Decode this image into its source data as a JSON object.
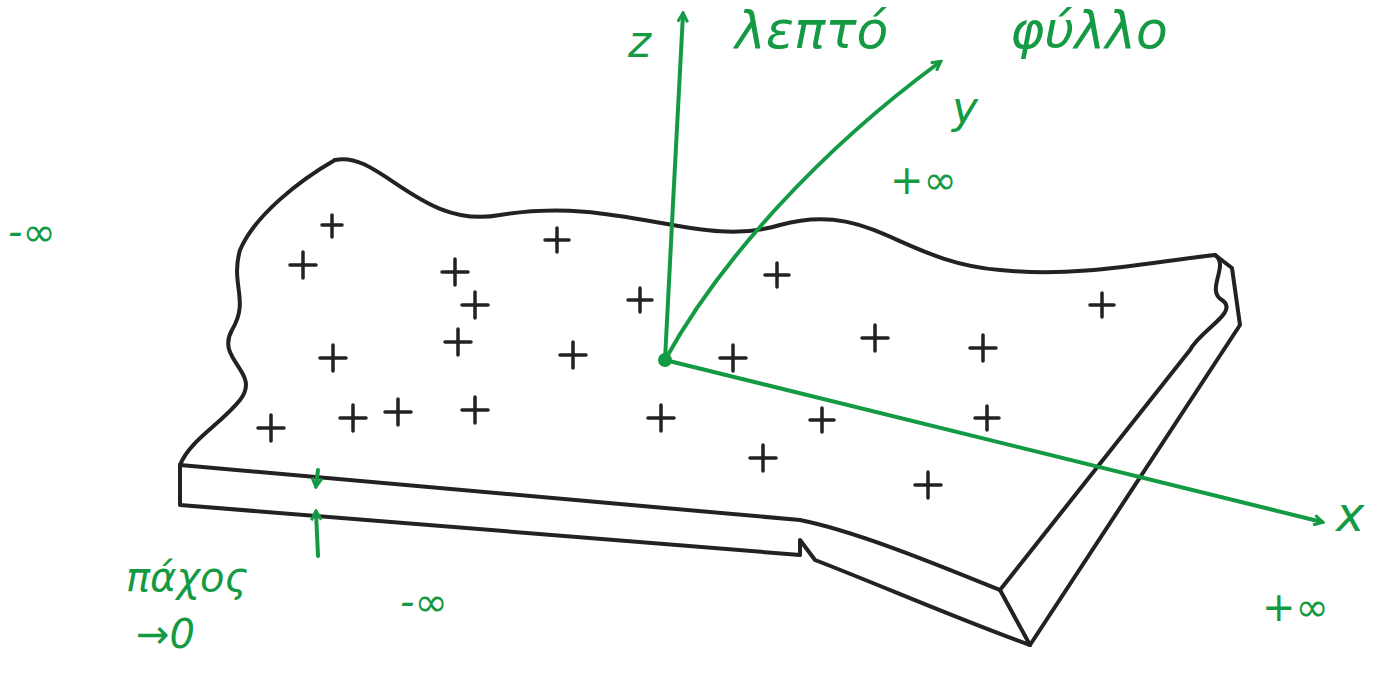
{
  "diagram": {
    "labels": [
      "z",
      "λεπτό",
      "φύλλο",
      "y",
      "+∞",
      "-∞",
      "x",
      "+∞",
      "πάχος",
      "→0",
      "-∞"
    ]
  }
}
